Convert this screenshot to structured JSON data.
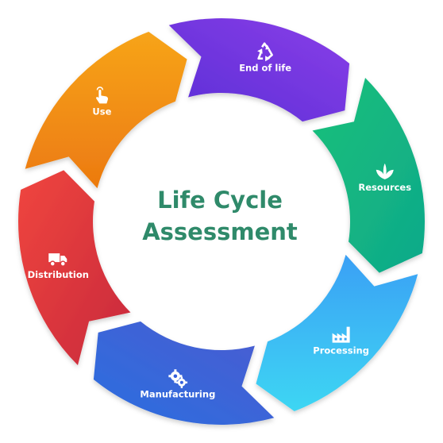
{
  "center": {
    "line1": "Life Cycle",
    "line2": "Assessment",
    "color": "#2f8a6a"
  },
  "stages": [
    {
      "label": "Resources",
      "icon": "leaf-icon",
      "colors": [
        "#17c07a",
        "#0fa98a"
      ]
    },
    {
      "label": "Processing",
      "icon": "factory-icon",
      "colors": [
        "#3aa0f5",
        "#3ed6f3"
      ]
    },
    {
      "label": "Manufacturing",
      "icon": "gears-icon",
      "colors": [
        "#2a6fe0",
        "#4c5bd0"
      ]
    },
    {
      "label": "Distribution",
      "icon": "truck-icon",
      "colors": [
        "#f0463f",
        "#c8283c"
      ]
    },
    {
      "label": "Use",
      "icon": "hand-tap-icon",
      "colors": [
        "#f7a41a",
        "#ec7a10"
      ]
    },
    {
      "label": "End of life",
      "icon": "recycle-icon",
      "colors": [
        "#8a3ee8",
        "#5a2fd6"
      ]
    }
  ]
}
